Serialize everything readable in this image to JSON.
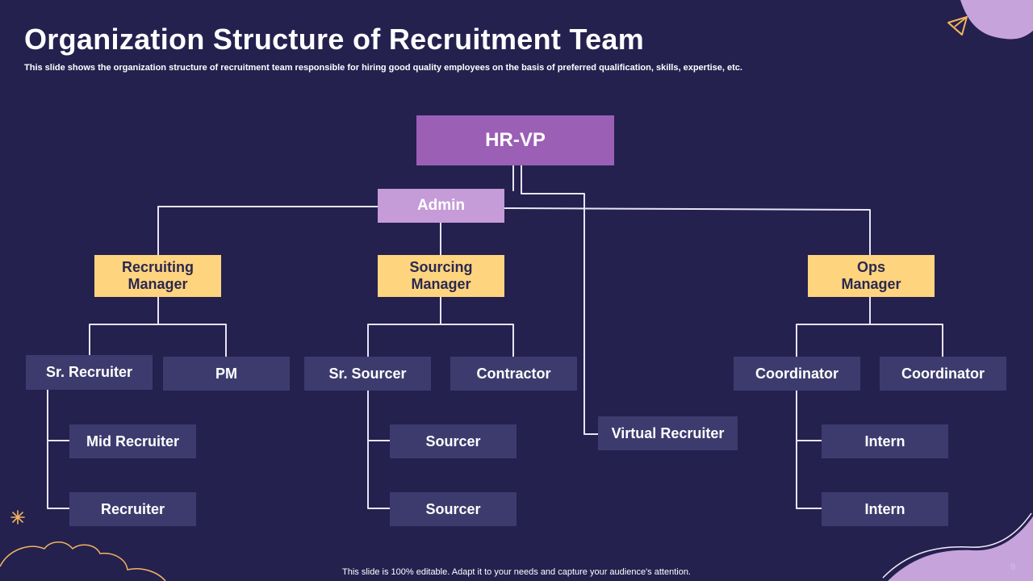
{
  "slide": {
    "title": "Organization Structure of Recruitment Team",
    "subtitle": "This slide shows the organization structure of recruitment team responsible for hiring good quality employees on the basis of preferred qualification, skills, expertise, etc.",
    "footer": "This slide is 100% editable. Adapt it to your needs and capture your audience's attention.",
    "page_number": "9"
  },
  "org": {
    "hr_vp": "HR-VP",
    "admin": "Admin",
    "recruiting_manager": "Recruiting Manager",
    "sourcing_manager": "Sourcing Manager",
    "ops_manager": "Ops Manager",
    "sr_recruiter": "Sr. Recruiter",
    "pm": "PM",
    "sr_sourcer": "Sr. Sourcer",
    "contractor": "Contractor",
    "coordinator_1": "Coordinator",
    "coordinator_2": "Coordinator",
    "mid_recruiter": "Mid Recruiter",
    "recruiter": "Recruiter",
    "sourcer_1": "Sourcer",
    "sourcer_2": "Sourcer",
    "virtual_recruiter": "Virtual Recruiter",
    "intern_1": "Intern",
    "intern_2": "Intern"
  },
  "colors": {
    "background": "#24214f",
    "top_box": "#9b5fb6",
    "admin_box": "#c59bd8",
    "manager_box": "#ffd47e",
    "staff_box": "#3d3b6e",
    "connector": "#e9e3f5",
    "corner_accent": "#c7a3dc",
    "logo": "#f2b45c"
  }
}
